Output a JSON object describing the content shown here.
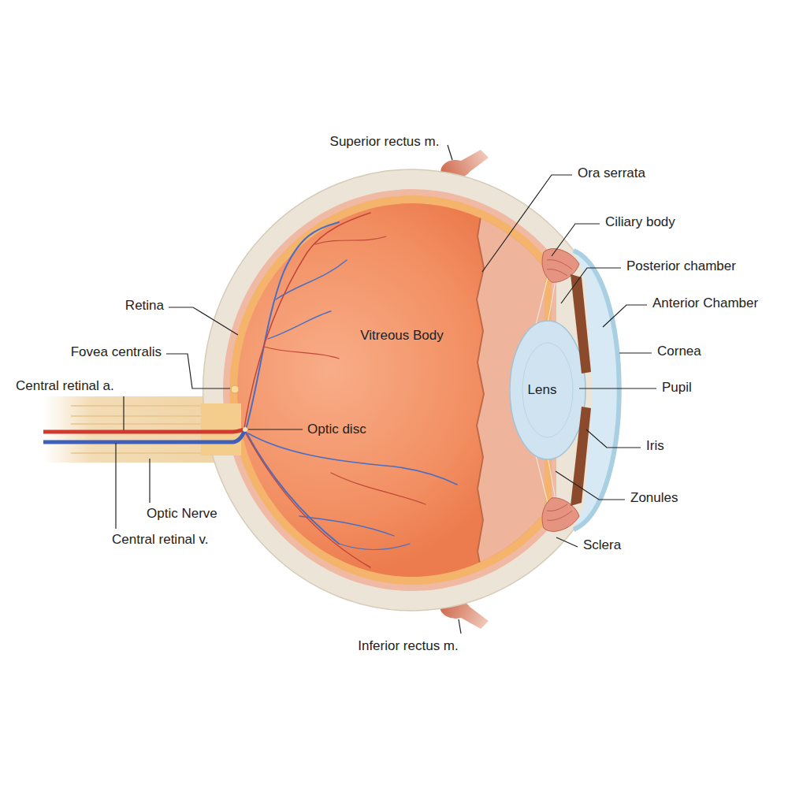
{
  "diagram": {
    "labels": [
      "Superior rectus m.",
      "Ora serrata",
      "Ciliary body",
      "Posterior chamber",
      "Anterior Chamber",
      "Retina",
      "Vitreous Body",
      "Cornea",
      "Fovea centralis",
      "Lens",
      "Pupil",
      "Central retinal a.",
      "Optic disc",
      "Iris",
      "Optic Nerve",
      "Zonules",
      "Central retinal v.",
      "Sclera",
      "Inferior rectus m."
    ]
  }
}
